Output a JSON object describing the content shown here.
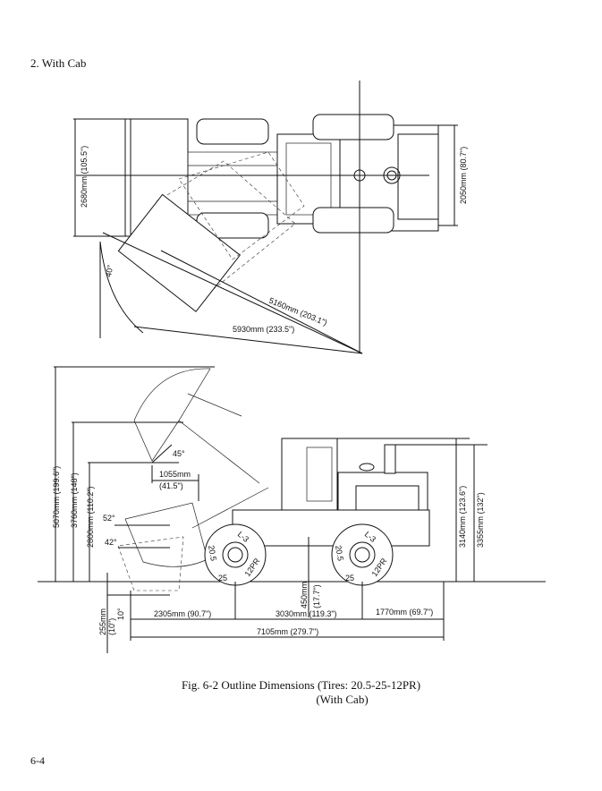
{
  "section_title": "2. With Cab",
  "top_view": {
    "width_bucket": "2680mm (105.5\")",
    "width_body": "2050mm (80.7\")",
    "articulation_angle": "40°",
    "turn_radius_inner": "5160mm (203.1\")",
    "turn_radius_outer": "5930mm (233.5\")"
  },
  "side_view": {
    "max_height_raised": "5070mm (199.6\")",
    "hinge_pin_height": "3760mm (148\")",
    "dump_clearance": "2800mm (110.2\")",
    "dump_angle": "45°",
    "dump_reach": "1055mm",
    "dump_reach_in": "(41.5\")",
    "rollback_angle_carry": "52°",
    "rollback_angle_ground": "42°",
    "digging_angle": "10°",
    "digging_depth": "255mm",
    "digging_depth_in": "(10\")",
    "ground_clearance": "450mm",
    "ground_clearance_in": "(17.7\")",
    "front_overhang": "2305mm (90.7\")",
    "wheelbase": "3030mm (119.3\")",
    "rear_overhang": "1770mm (69.7\")",
    "overall_length": "7105mm (279.7\")",
    "cab_height": "3140mm (123.6\")",
    "exhaust_height": "3355mm (132\")",
    "tire_marking_size": "20.5",
    "tire_marking_rim": "25",
    "tire_marking_ply": "12PR",
    "tire_marking_type": "L-3"
  },
  "caption": {
    "line1": "Fig. 6-2   Outline Dimensions (Tires: 20.5-25-12PR)",
    "line2": "(With Cab)"
  },
  "page_number": "6-4"
}
